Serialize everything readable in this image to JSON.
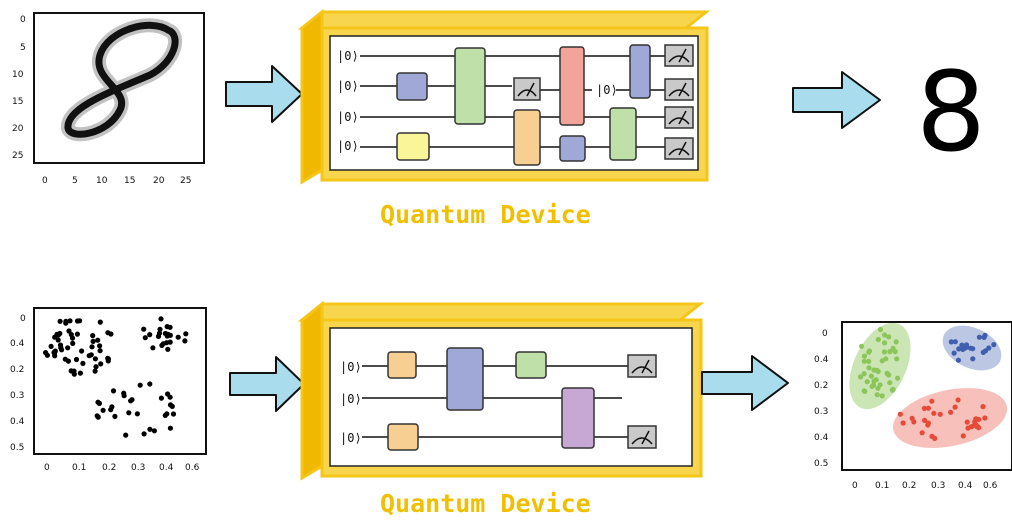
{
  "colors": {
    "device_yellow": "#f5c518",
    "device_yellow_light": "#f7d54d",
    "arrow": "#a9dced",
    "gate_blue": "#9fa8d6",
    "gate_green": "#bfe0a8",
    "gate_red": "#f2a39a",
    "gate_orange": "#f8cf92",
    "gate_yellow": "#fbf59a",
    "gate_purple": "#c7a8d4",
    "measure_gray": "#c9c9c9",
    "cluster_green": "#8cc65a",
    "cluster_blue": "#3f5fae",
    "cluster_red": "#e84a3a"
  },
  "top": {
    "input_image": {
      "x_ticks": [
        "0",
        "5",
        "10",
        "15",
        "20",
        "25"
      ],
      "y_ticks": [
        "0",
        "5",
        "10",
        "15",
        "20",
        "25"
      ]
    },
    "device": {
      "label": "Quantum Device",
      "wires": [
        "|0⟩",
        "|0⟩",
        "|0⟩",
        "|0⟩"
      ],
      "mid_ket": "|0⟩"
    },
    "output": {
      "digit": "8"
    }
  },
  "bottom": {
    "input_plot": {
      "x_ticks": [
        "0",
        "0.1",
        "0.2",
        "0.3",
        "0.4",
        "0.6"
      ],
      "y_ticks": [
        "0",
        "0.4",
        "0.2",
        "0.3",
        "0.4",
        "0.5"
      ]
    },
    "device": {
      "label": "Quantum Device",
      "wires": [
        "|0⟩",
        "|0⟩",
        "|0⟩"
      ]
    },
    "output_plot": {
      "x_ticks": [
        "0",
        "0.1",
        "0.2",
        "0.3",
        "0.4",
        "0.6"
      ],
      "y_ticks": [
        "0",
        "0.4",
        "0.2",
        "0.3",
        "0.4",
        "0.5"
      ],
      "clusters": [
        "green",
        "blue",
        "red"
      ]
    }
  }
}
